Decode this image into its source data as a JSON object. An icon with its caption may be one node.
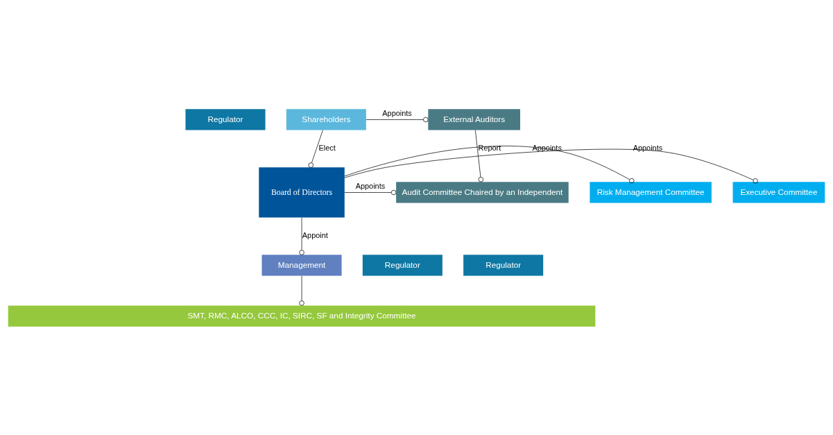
{
  "diagram": {
    "nodes": [
      {
        "text": [
          "Regulator"
        ]
      },
      {
        "text": [
          "Shareholders"
        ]
      },
      {
        "text": [
          "External Auditors"
        ]
      },
      {
        "text": [
          "Executive Committee"
        ]
      },
      {
        "text": [
          "Risk Management Committee"
        ]
      },
      {
        "text": [
          "Board of Directors"
        ]
      },
      {
        "text": [
          "Audit Committee Chaired by an Independent"
        ]
      },
      {
        "text": [
          "Regulator"
        ]
      },
      {
        "text": [
          "Management"
        ]
      },
      {
        "text": [
          "Regulator"
        ]
      },
      {
        "text": [
          "SMT, RMC, ALCO, CCC, IC, SIRC, SF and Integrity Committee"
        ]
      }
    ],
    "edges": [
      {
        "from": 1,
        "to": 2,
        "arrow": "other",
        "label": "Appoints"
      },
      {
        "from": 1,
        "to": 5,
        "arrow": "other",
        "label": "Elect"
      },
      {
        "from": 2,
        "to": 6,
        "arrow": "other",
        "label": "Report"
      },
      {
        "from": 5,
        "to": 3,
        "arrow": "other",
        "label": "Appoints"
      },
      {
        "from": 5,
        "to": 4,
        "arrow": "other",
        "label": "Appoints"
      },
      {
        "from": 5,
        "to": 6,
        "arrow": "other",
        "label": "Appoints"
      },
      {
        "from": 5,
        "to": 8,
        "arrow": "other",
        "label": "Appoint"
      },
      {
        "from": 8,
        "to": 10,
        "arrow": "other"
      }
    ]
  }
}
